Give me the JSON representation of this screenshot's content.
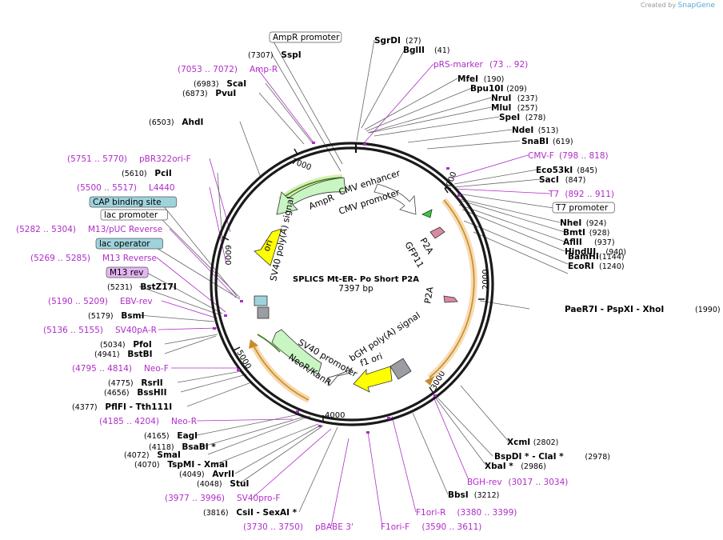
{
  "credit": {
    "prefix": "Created by",
    "brand": "SnapGene"
  },
  "plasmid": {
    "name": "SPLICS Mt-ER- Po Short P2A",
    "size": "7397 bp",
    "length": 7397
  },
  "ticks": [
    "1000",
    "2000",
    "3000",
    "4000",
    "5000",
    "6000",
    "7000"
  ],
  "inner_features": [
    {
      "text": "CMV enhancer"
    },
    {
      "text": "CMV promoter"
    },
    {
      "text": "P2A"
    },
    {
      "text": "GFP11"
    },
    {
      "text": "P2A"
    },
    {
      "text": "bGH poly(A) signal"
    },
    {
      "text": "f1 ori"
    },
    {
      "text": "SV40 promoter"
    },
    {
      "text": "NeoR/KanR"
    },
    {
      "text": "SV40 poly(A) signal"
    },
    {
      "text": "ori"
    },
    {
      "text": "AmpR"
    }
  ],
  "labels": [
    {
      "kind": "box",
      "text": "AmpR promoter"
    },
    {
      "kind": "enz",
      "pos": "(7307)",
      "name": "SspI",
      "pos_left": true
    },
    {
      "kind": "prim",
      "pos": "(7053 .. 7072)",
      "name": "Amp-R",
      "pos_left": true
    },
    {
      "kind": "enz",
      "pos": "(6983)",
      "name": "ScaI",
      "pos_left": true
    },
    {
      "kind": "enz",
      "pos": "(6873)",
      "name": "PvuI",
      "pos_left": true
    },
    {
      "kind": "enz",
      "pos": "(6503)",
      "name": "AhdI",
      "pos_left": true
    },
    {
      "kind": "prim",
      "pos": "(5751 .. 5770)",
      "name": "pBR322ori-F",
      "pos_left": true
    },
    {
      "kind": "enz",
      "pos": "(5610)",
      "name": "PciI",
      "pos_left": true
    },
    {
      "kind": "prim",
      "pos": "(5500 .. 5517)",
      "name": "L4440",
      "pos_left": true
    },
    {
      "kind": "boxblue",
      "text": "CAP binding site"
    },
    {
      "kind": "box",
      "text": "lac promoter"
    },
    {
      "kind": "prim",
      "pos": "(5282 .. 5304)",
      "name": "M13/pUC Reverse",
      "pos_left": true
    },
    {
      "kind": "boxblue",
      "text": "lac operator"
    },
    {
      "kind": "prim",
      "pos": "(5269 .. 5285)",
      "name": "M13 Reverse",
      "pos_left": true
    },
    {
      "kind": "boxpurple",
      "text": "M13 rev"
    },
    {
      "kind": "enz",
      "pos": "(5231)",
      "name": "BstZ17I",
      "pos_left": true
    },
    {
      "kind": "prim",
      "pos": "(5190 .. 5209)",
      "name": "EBV-rev",
      "pos_left": true
    },
    {
      "kind": "enz",
      "pos": "(5179)",
      "name": "BsmI",
      "pos_left": true
    },
    {
      "kind": "prim",
      "pos": "(5136 .. 5155)",
      "name": "SV40pA-R",
      "pos_left": true
    },
    {
      "kind": "enz",
      "pos": "(5034)",
      "name": "PfoI",
      "pos_left": true
    },
    {
      "kind": "enz",
      "pos": "(4941)",
      "name": "BstBI",
      "pos_left": true
    },
    {
      "kind": "prim",
      "pos": "(4795 .. 4814)",
      "name": "Neo-F",
      "pos_left": true
    },
    {
      "kind": "enz",
      "pos": "(4775)",
      "name": "RsrII",
      "pos_left": true
    },
    {
      "kind": "enz",
      "pos": "(4656)",
      "name": "BssHII",
      "pos_left": true
    },
    {
      "kind": "enz",
      "pos": "(4377)",
      "name": "PflFI   - Tth111I",
      "pos_left": true
    },
    {
      "kind": "prim",
      "pos": "(4185 .. 4204)",
      "name": "Neo-R",
      "pos_left": true
    },
    {
      "kind": "enz",
      "pos": "(4165)",
      "name": "EagI",
      "pos_left": true
    },
    {
      "kind": "enz",
      "pos": "(4118)",
      "name": "BsaBI *",
      "pos_left": true
    },
    {
      "kind": "enz",
      "pos": "(4072)",
      "name": "SmaI",
      "pos_left": true
    },
    {
      "kind": "enz",
      "pos": "(4070)",
      "name": "TspMI   - XmaI",
      "pos_left": true
    },
    {
      "kind": "enz",
      "pos": "(4049)",
      "name": "AvrII",
      "pos_left": true
    },
    {
      "kind": "enz",
      "pos": "(4048)",
      "name": "StuI",
      "pos_left": true
    },
    {
      "kind": "prim",
      "pos": "(3977 .. 3996)",
      "name": "SV40pro-F",
      "pos_left": true
    },
    {
      "kind": "enz",
      "pos": "(3816)",
      "name": "CsiI   - SexAI *",
      "pos_left": true
    },
    {
      "kind": "prim",
      "pos": "(3730 .. 3750)",
      "name": "pBABE 3'",
      "pos_left": true
    },
    {
      "kind": "prim",
      "pos": "(3590 .. 3611)",
      "name": "F1ori-F",
      "pos_left": false
    },
    {
      "kind": "prim",
      "pos": "(3380 .. 3399)",
      "name": "F1ori-R",
      "pos_left": false
    },
    {
      "kind": "enz",
      "pos": "(3212)",
      "name": "BbsI",
      "pos_left": false
    },
    {
      "kind": "prim",
      "pos": "(3017 .. 3034)",
      "name": "BGH-rev",
      "pos_left": false
    },
    {
      "kind": "enz",
      "pos": "(2986)",
      "name": "XbaI *",
      "pos_left": false
    },
    {
      "kind": "enz",
      "pos": "(2978)",
      "name": "BspDI *  - ClaI *",
      "pos_left": false
    },
    {
      "kind": "enz",
      "pos": "(2802)",
      "name": "XcmI",
      "pos_left": false
    },
    {
      "kind": "enz",
      "pos": "(1990)",
      "name": "PaeR7I   - PspXI   - XhoI",
      "pos_left": false
    },
    {
      "kind": "enz",
      "pos": "(1240)",
      "name": "EcoRI",
      "pos_left": false
    },
    {
      "kind": "enz",
      "pos": "(1144)",
      "name": "BamHI",
      "pos_left": false
    },
    {
      "kind": "enz",
      "pos": "(940)",
      "name": "HindIII",
      "pos_left": false
    },
    {
      "kind": "enz",
      "pos": "(937)",
      "name": "AflII",
      "pos_left": false
    },
    {
      "kind": "enz",
      "pos": "(928)",
      "name": "BmtI",
      "pos_left": false
    },
    {
      "kind": "enz",
      "pos": "(924)",
      "name": "NheI",
      "pos_left": false
    },
    {
      "kind": "box",
      "text": "T7 promoter"
    },
    {
      "kind": "prim",
      "pos": "(892 .. 911)",
      "name": "T7",
      "pos_left": false
    },
    {
      "kind": "enz",
      "pos": "(847)",
      "name": "SacI",
      "pos_left": false
    },
    {
      "kind": "enz",
      "pos": "(845)",
      "name": "Eco53kI",
      "pos_left": false
    },
    {
      "kind": "prim",
      "pos": "(798 .. 818)",
      "name": "CMV-F",
      "pos_left": false
    },
    {
      "kind": "enz",
      "pos": "(619)",
      "name": "SnaBI",
      "pos_left": false
    },
    {
      "kind": "enz",
      "pos": "(513)",
      "name": "NdeI",
      "pos_left": false
    },
    {
      "kind": "enz",
      "pos": "(278)",
      "name": "SpeI",
      "pos_left": false
    },
    {
      "kind": "enz",
      "pos": "(257)",
      "name": "MluI",
      "pos_left": false
    },
    {
      "kind": "enz",
      "pos": "(237)",
      "name": "NruI",
      "pos_left": false
    },
    {
      "kind": "enz",
      "pos": "(209)",
      "name": "Bpu10I",
      "pos_left": false
    },
    {
      "kind": "enz",
      "pos": "(190)",
      "name": "MfeI",
      "pos_left": false
    },
    {
      "kind": "prim",
      "pos": "(73 .. 92)",
      "name": "pRS-marker",
      "pos_left": false
    },
    {
      "kind": "enz",
      "pos": "(41)",
      "name": "BglII",
      "pos_left": false
    },
    {
      "kind": "enz",
      "pos": "(27)",
      "name": "SgrDI",
      "pos_left": false
    }
  ],
  "colors": {
    "primer": "#b02cc9",
    "ring": "#1a1a1a",
    "amp": "#c8f5c2",
    "ori": "#ffff00",
    "orange": "#f2b25f",
    "grey": "#9a9ea3",
    "blue_box": "#9fd3dc",
    "purple_box": "#e2b6f2"
  }
}
